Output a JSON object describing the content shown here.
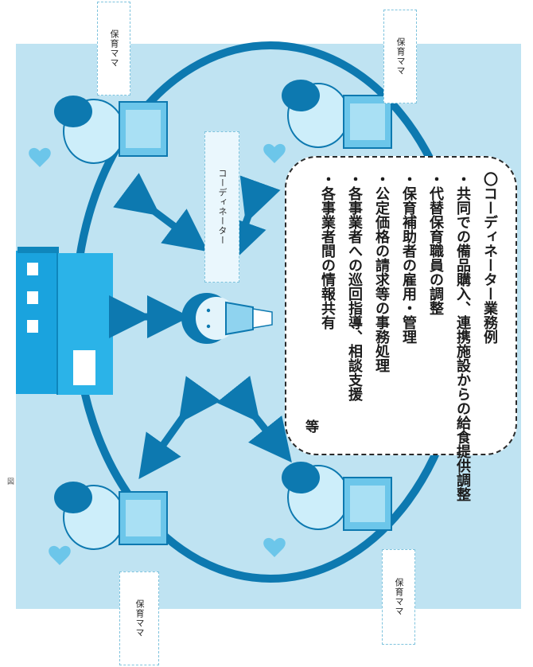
{
  "labels": {
    "hoiku_mama": "保育ママ",
    "coordinator": "コーディネーター",
    "small_caption": "図"
  },
  "task_box": {
    "lines": [
      "〇コーディネーター業務例",
      "・共同での備品購入、連携施設からの給食提供調整",
      "・代替保育職員の調整",
      "・保育補助者の雇用・管理",
      "・公定価格の請求等の事務処理",
      "・各事業者への巡回指導、相談支援",
      "・各事業者間の情報共有"
    ],
    "etc": "等"
  },
  "colors": {
    "panel": "#bfe3f2",
    "ring": "#0d79b0",
    "arrow": "#0d79b0",
    "building": "#1aa3de",
    "heart": "#6cc6ea"
  }
}
